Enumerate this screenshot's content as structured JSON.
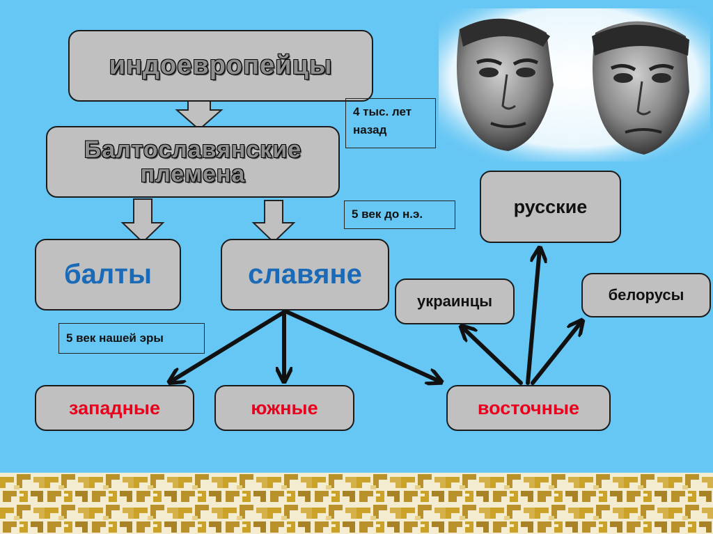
{
  "slide": {
    "colors": {
      "background": "#66c6f4",
      "box_fill": "#c0c0c0",
      "box_border": "#1a1a1a",
      "blue_text": "#1a6ab8",
      "red_text": "#e8001c",
      "ornament_gold": "#c9a227",
      "ornament_cream": "#f4ecd0"
    },
    "nodes": {
      "indo": "индоевропейцы",
      "balto_line1": "Балтославянские",
      "balto_line2": "племена",
      "balts": "балты",
      "slavs": "славяне",
      "western": "западные",
      "southern": "южные",
      "eastern": "восточные",
      "russians": "русские",
      "ukrainians": "украинцы",
      "belarusians": "белорусы"
    },
    "notes": {
      "ago_line1": "4 тыс. лет",
      "ago_line2": "назад",
      "bc": "5 век до н.э.",
      "ad": "5 век нашей эры"
    },
    "image": {
      "icon": "ancient-faces-sculpture"
    }
  }
}
